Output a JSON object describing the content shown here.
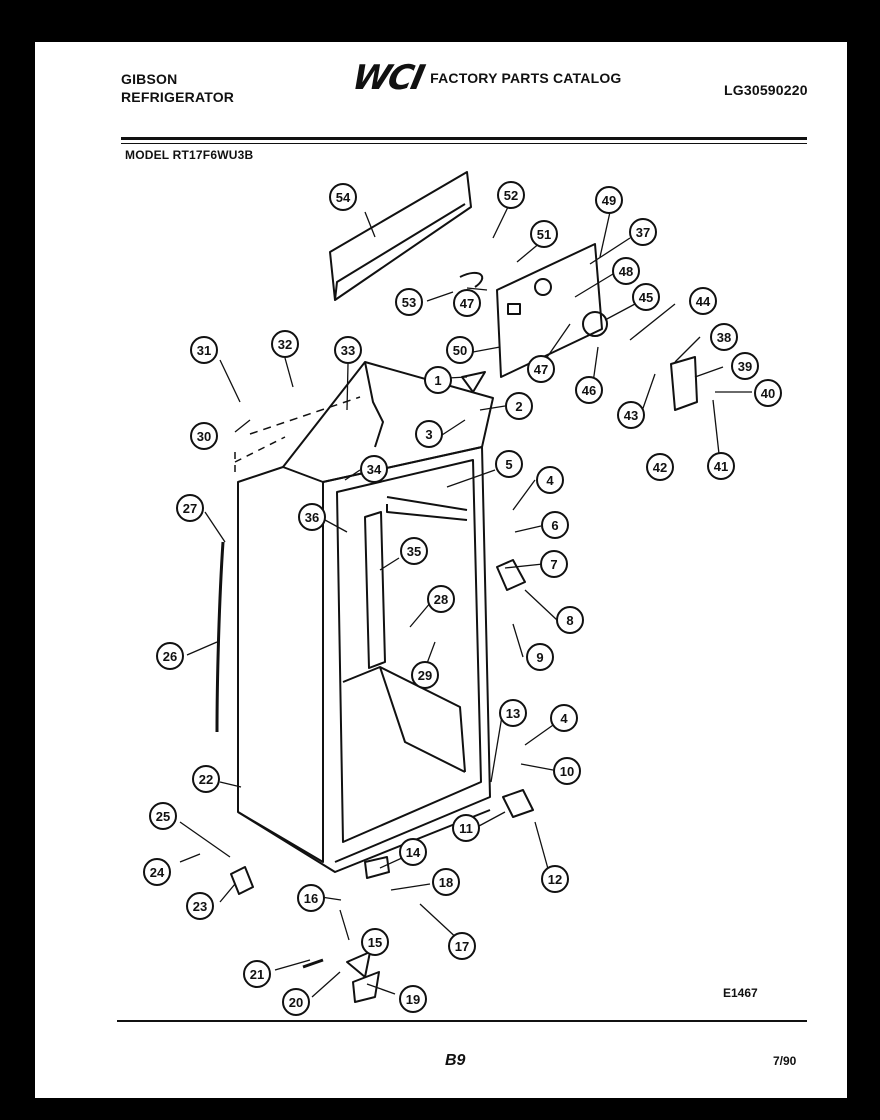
{
  "header": {
    "brand_line1": "GIBSON",
    "brand_line2": "REFRIGERATOR",
    "logo": "WCI",
    "catalog_title": "FACTORY PARTS CATALOG",
    "document_number": "LG30590220",
    "model": "MODEL RT17F6WU3B"
  },
  "footer": {
    "diagram_code": "E1467",
    "page_number": "B9",
    "date": "7/90"
  },
  "callouts": [
    "1",
    "2",
    "3",
    "4",
    "5",
    "6",
    "7",
    "8",
    "9",
    "10",
    "11",
    "12",
    "13",
    "14",
    "15",
    "16",
    "17",
    "18",
    "19",
    "20",
    "21",
    "22",
    "23",
    "24",
    "25",
    "26",
    "27",
    "28",
    "29",
    "30",
    "31",
    "32",
    "33",
    "34",
    "35",
    "36",
    "37",
    "38",
    "39",
    "40",
    "41",
    "42",
    "43",
    "44",
    "45",
    "46",
    "47",
    "48",
    "49",
    "50",
    "51",
    "52",
    "53",
    "54"
  ],
  "callouts_repeated": [
    "4",
    "47"
  ]
}
